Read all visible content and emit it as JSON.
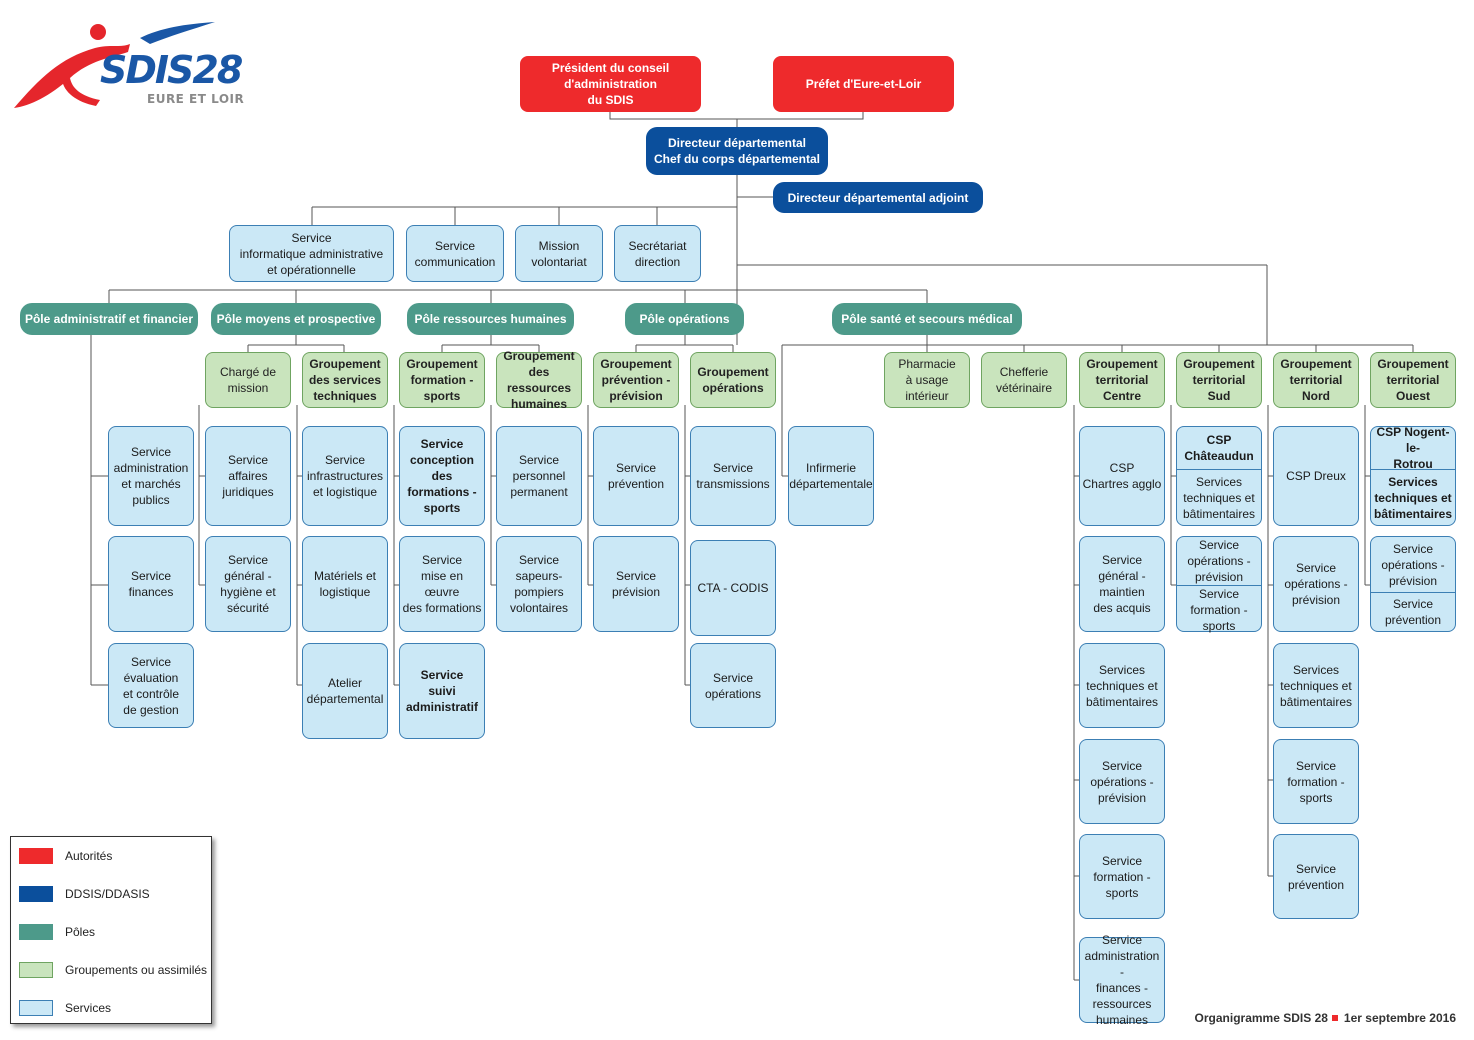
{
  "logo": {
    "name": "SDIS28",
    "subtitle": "EURE ET LOIR",
    "color_blue": "#1a57a6",
    "color_red": "#e5262c"
  },
  "authorities": {
    "president": "Président du conseil\nd'administration\ndu SDIS",
    "prefet": "Préfet d'Eure-et-Loir"
  },
  "direction": {
    "director": "Directeur départemental\nChef du corps départemental",
    "deputy": "Directeur départemental adjoint"
  },
  "staff": {
    "informatique": "Service\ninformatique administrative\net opérationnelle",
    "communication": "Service\ncommunication",
    "volontariat": "Mission\nvolontariat",
    "secretariat": "Secrétariat\ndirection"
  },
  "poles": {
    "admin": "Pôle administratif et  financier",
    "moyens": "Pôle moyens et prospective",
    "rh": "Pôle ressources humaines",
    "operations": "Pôle  opérations",
    "sante": "Pôle santé et  secours médical"
  },
  "groups": {
    "charge_mission": "Chargé de\nmission",
    "services_techniques": "Groupement\ndes services\ntechniques",
    "formation_sports": "Groupement\nformation -\nsports",
    "ressources_humaines": "Groupement\ndes ressources\nhumaines",
    "prevention_prevision": "Groupement\nprévention -\nprévision",
    "operations": "Groupement\nopérations",
    "pharmacie": "Pharmacie\nà usage\nintérieur",
    "chefferie": "Chefferie\nvétérinaire",
    "gt_centre": "Groupement\nterritorial\nCentre",
    "gt_sud": "Groupement\nterritorial\nSud",
    "gt_nord": "Groupement\nterritorial\nNord",
    "gt_ouest": "Groupement\nterritorial\nOuest"
  },
  "services": {
    "admin_marches": "Service\nadministration\net marchés\npublics",
    "finances": "Service\nfinances",
    "evaluation": "Service\névaluation\net contrôle\nde gestion",
    "juridiques": "Service\naffaires\njuridiques",
    "hygiene": "Service\ngénéral -\nhygiène et\nsécurité",
    "infrastructures": "Service\ninfrastructures\net logistique",
    "materiels": "Matériels et\nlogistique",
    "atelier": "Atelier\ndépartemental",
    "conception": "Service\nconception\ndes formations -\nsports",
    "mise_en_oeuvre": "Service\nmise en œuvre\ndes formations",
    "suivi_admin": "Service\nsuivi\nadministratif",
    "personnel": "Service\npersonnel\npermanent",
    "spv": "Service\nsapeurs-\npompiers\nvolontaires",
    "prevention": "Service\nprévention",
    "prevision": "Service\nprévision",
    "transmissions": "Service\ntransmissions",
    "cta_codis": "CTA - CODIS",
    "svc_operations": "Service\nopérations",
    "infirmerie": "Infirmerie\ndépartementale",
    "csp_chartres": "CSP\nChartres agglo",
    "c_general": "Service\ngénéral -\nmaintien\ndes acquis",
    "c_techniques": "Services\ntechniques et\nbâtimentaires",
    "c_operations": "Service\nopérations -\nprévision",
    "c_formation": "Service\nformation -\nsports",
    "c_admin": "Service\nadministration -\nfinances -\nressources\nhumaines",
    "s_csp": "CSP\nChâteaudun",
    "s_techniques": "Services\ntechniques et\nbâtimentaires",
    "s_operations": "Service\nopérations -\nprévision",
    "s_formation": "Service\nformation -\nsports",
    "csp_dreux": "CSP Dreux",
    "n_operations": "Service\nopérations -\nprévision",
    "n_techniques": "Services\ntechniques et\nbâtimentaires",
    "n_formation": "Service\nformation -\nsports",
    "n_prevention": "Service\nprévention",
    "o_csp": "CSP Nogent-le-\nRotrou",
    "o_techniques": "Services\ntechniques et\nbâtimentaires",
    "o_operations": "Service\nopérations -\nprévision",
    "o_prevention": "Service\nprévention"
  },
  "legend": [
    {
      "label": "Autorités",
      "color": "#ee2a2c"
    },
    {
      "label": "DDSIS/DDASIS",
      "color": "#0b4f9c"
    },
    {
      "label": "Pôles",
      "color": "#4d9a8a"
    },
    {
      "label": "Groupements ou assimilés",
      "color": "#c9e4bd"
    },
    {
      "label": "Services",
      "color": "#cbe8f6"
    }
  ],
  "footer": {
    "title": "Organigramme SDIS 28",
    "date": "1er septembre 2016"
  }
}
